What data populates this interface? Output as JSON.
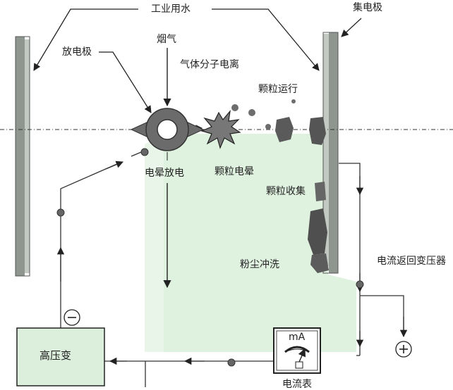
{
  "labels": {
    "industrial_water": "工业用水",
    "collector_electrode": "集电极",
    "flue_gas": "烟气",
    "discharge_electrode": "放电极",
    "gas_ionization": "气体分子电离",
    "particle_moving": "颗粒运行",
    "corona_discharge": "电晕放电",
    "particle_corona": "颗粒电晕",
    "particle_collection": "颗粒收集",
    "dust_wash": "粉尘冲洗",
    "current_return": "电流返回变压器",
    "hv_transformer": "高压变",
    "ammeter_unit": "mA",
    "ammeter": "电流表",
    "negative_sign": "⊖",
    "positive_sign": "⊕"
  },
  "colors": {
    "field_fill": "#dcefdc",
    "plate_fill": "#a3aaa3",
    "electrode_fill": "#6b6b6b",
    "wire": "#333333",
    "node": "#666666"
  }
}
